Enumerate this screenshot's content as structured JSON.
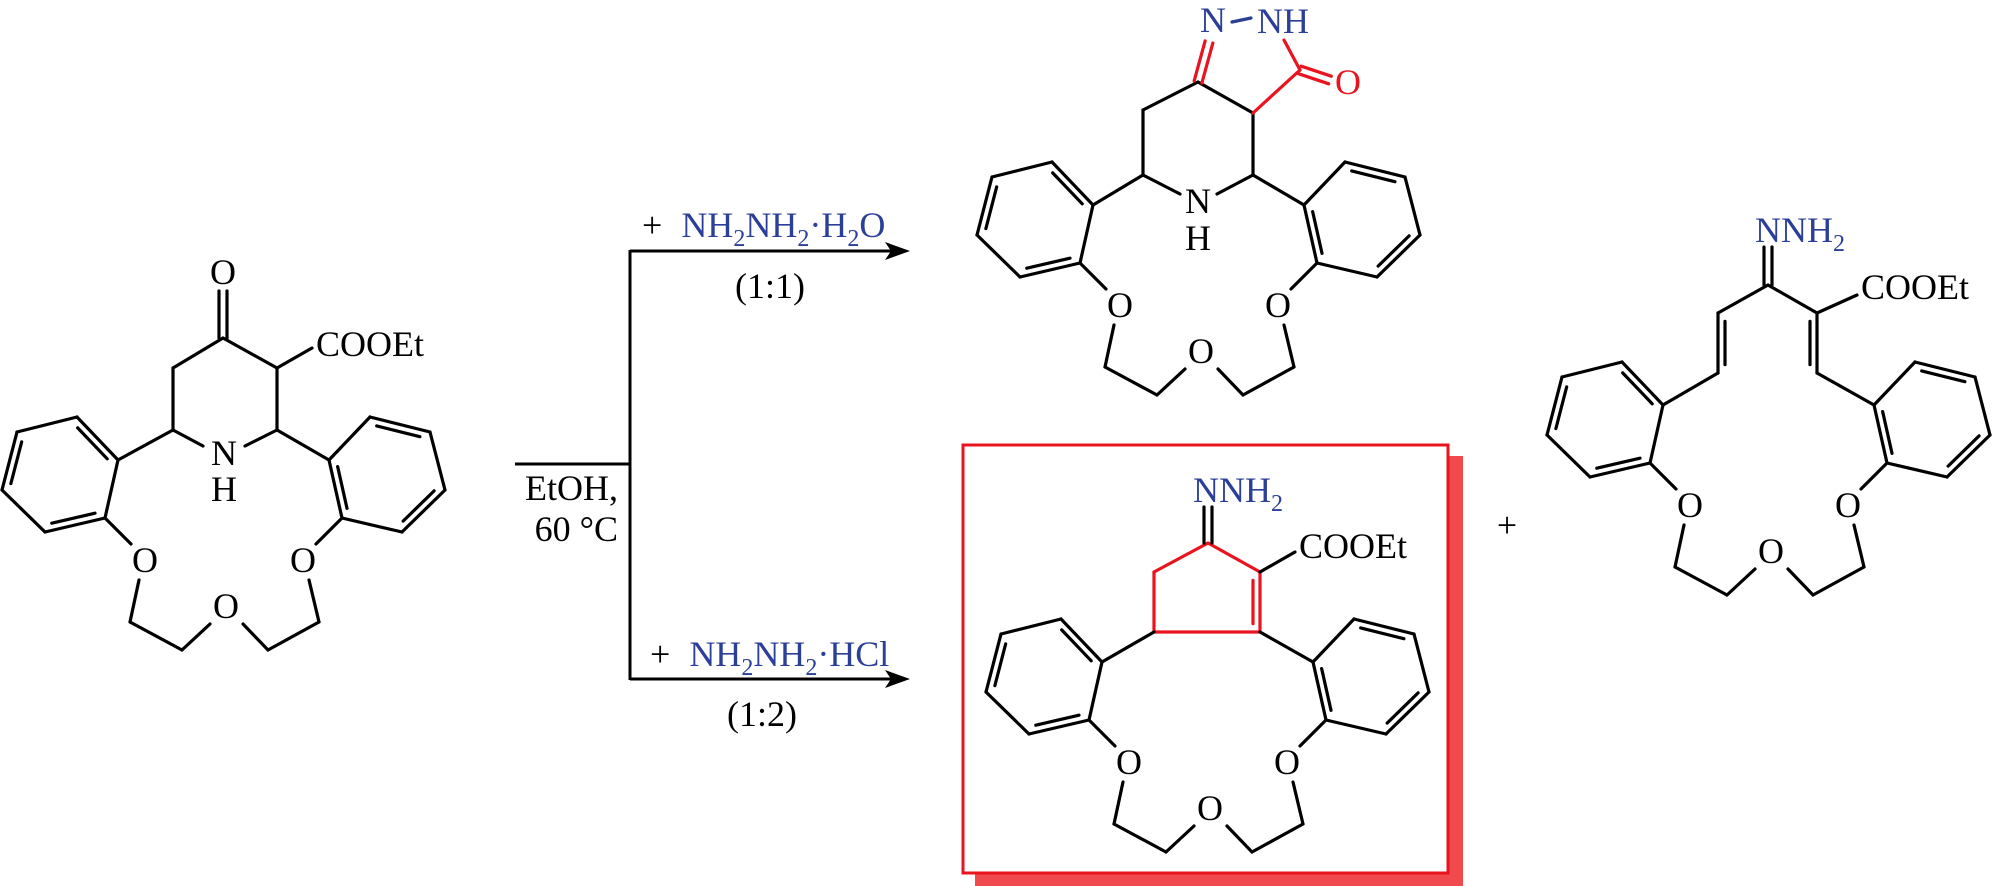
{
  "scheme": {
    "reactant": {
      "carbonyl_O": "O",
      "ester": "COOEt",
      "ring_N": "N",
      "ring_H": "H",
      "ether_O": "O"
    },
    "conditions": {
      "solvent": "EtOH,",
      "temperature": "60 °C"
    },
    "top_branch": {
      "plus": "+",
      "reagent_parts": [
        "NH",
        "2",
        "NH",
        "2",
        "·H",
        "2",
        "O"
      ],
      "ratio": "(1:1)"
    },
    "bottom_branch": {
      "plus": "+",
      "reagent_parts": [
        "NH",
        "2",
        "NH",
        "2",
        "·HCl"
      ],
      "ratio": "(1:2)"
    },
    "product_pyrazolone": {
      "N1": "N",
      "N2": "NH",
      "carbonyl_O": "O",
      "ring_N": "N",
      "ring_H": "H",
      "ether_O": "O"
    },
    "product_boxed": {
      "hydrazone": [
        "NNH",
        "2"
      ],
      "ester": "COOEt",
      "ether_O": "O"
    },
    "plus_sign": "+",
    "product_open": {
      "hydrazone": [
        "NNH",
        "2"
      ],
      "ester": "COOEt",
      "ether_O": "O"
    }
  },
  "colors": {
    "bond": "#000000",
    "highlight": "#e8141e",
    "reagent": "#2b3f98",
    "box_shadow": "#f04a4f"
  }
}
